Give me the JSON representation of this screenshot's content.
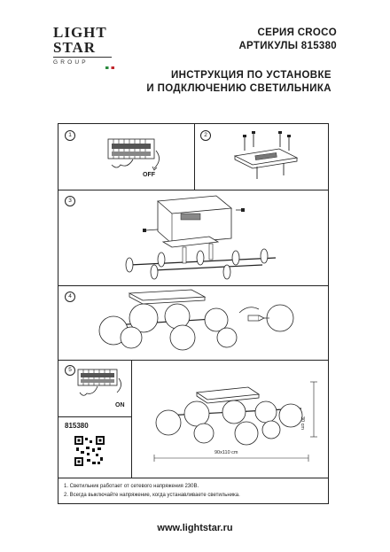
{
  "logo": {
    "line1": "LIGHT",
    "line2": "STAR",
    "line3": "GROUP"
  },
  "header": {
    "series": "СЕРИЯ CROCO",
    "articles": "АРТИКУЛЫ 815380",
    "title_line1": "ИНСТРУКЦИЯ ПО УСТАНОВКЕ",
    "title_line2": "И ПОДКЛЮЧЕНИЮ СВЕТИЛЬНИКА"
  },
  "steps": [
    {
      "num": "1",
      "label": "OFF"
    },
    {
      "num": "2"
    },
    {
      "num": "3"
    },
    {
      "num": "4"
    },
    {
      "num": "5",
      "label": "ON"
    }
  ],
  "product": {
    "article": "815380",
    "height": "30 cm",
    "width": "90x110 cm"
  },
  "notes": [
    "1. Светильник работает от сетевого напряжения 230В.",
    "2. Всегда выключайте напряжение, когда устанавливаете светильника."
  ],
  "website": "www.lightstar.ru"
}
